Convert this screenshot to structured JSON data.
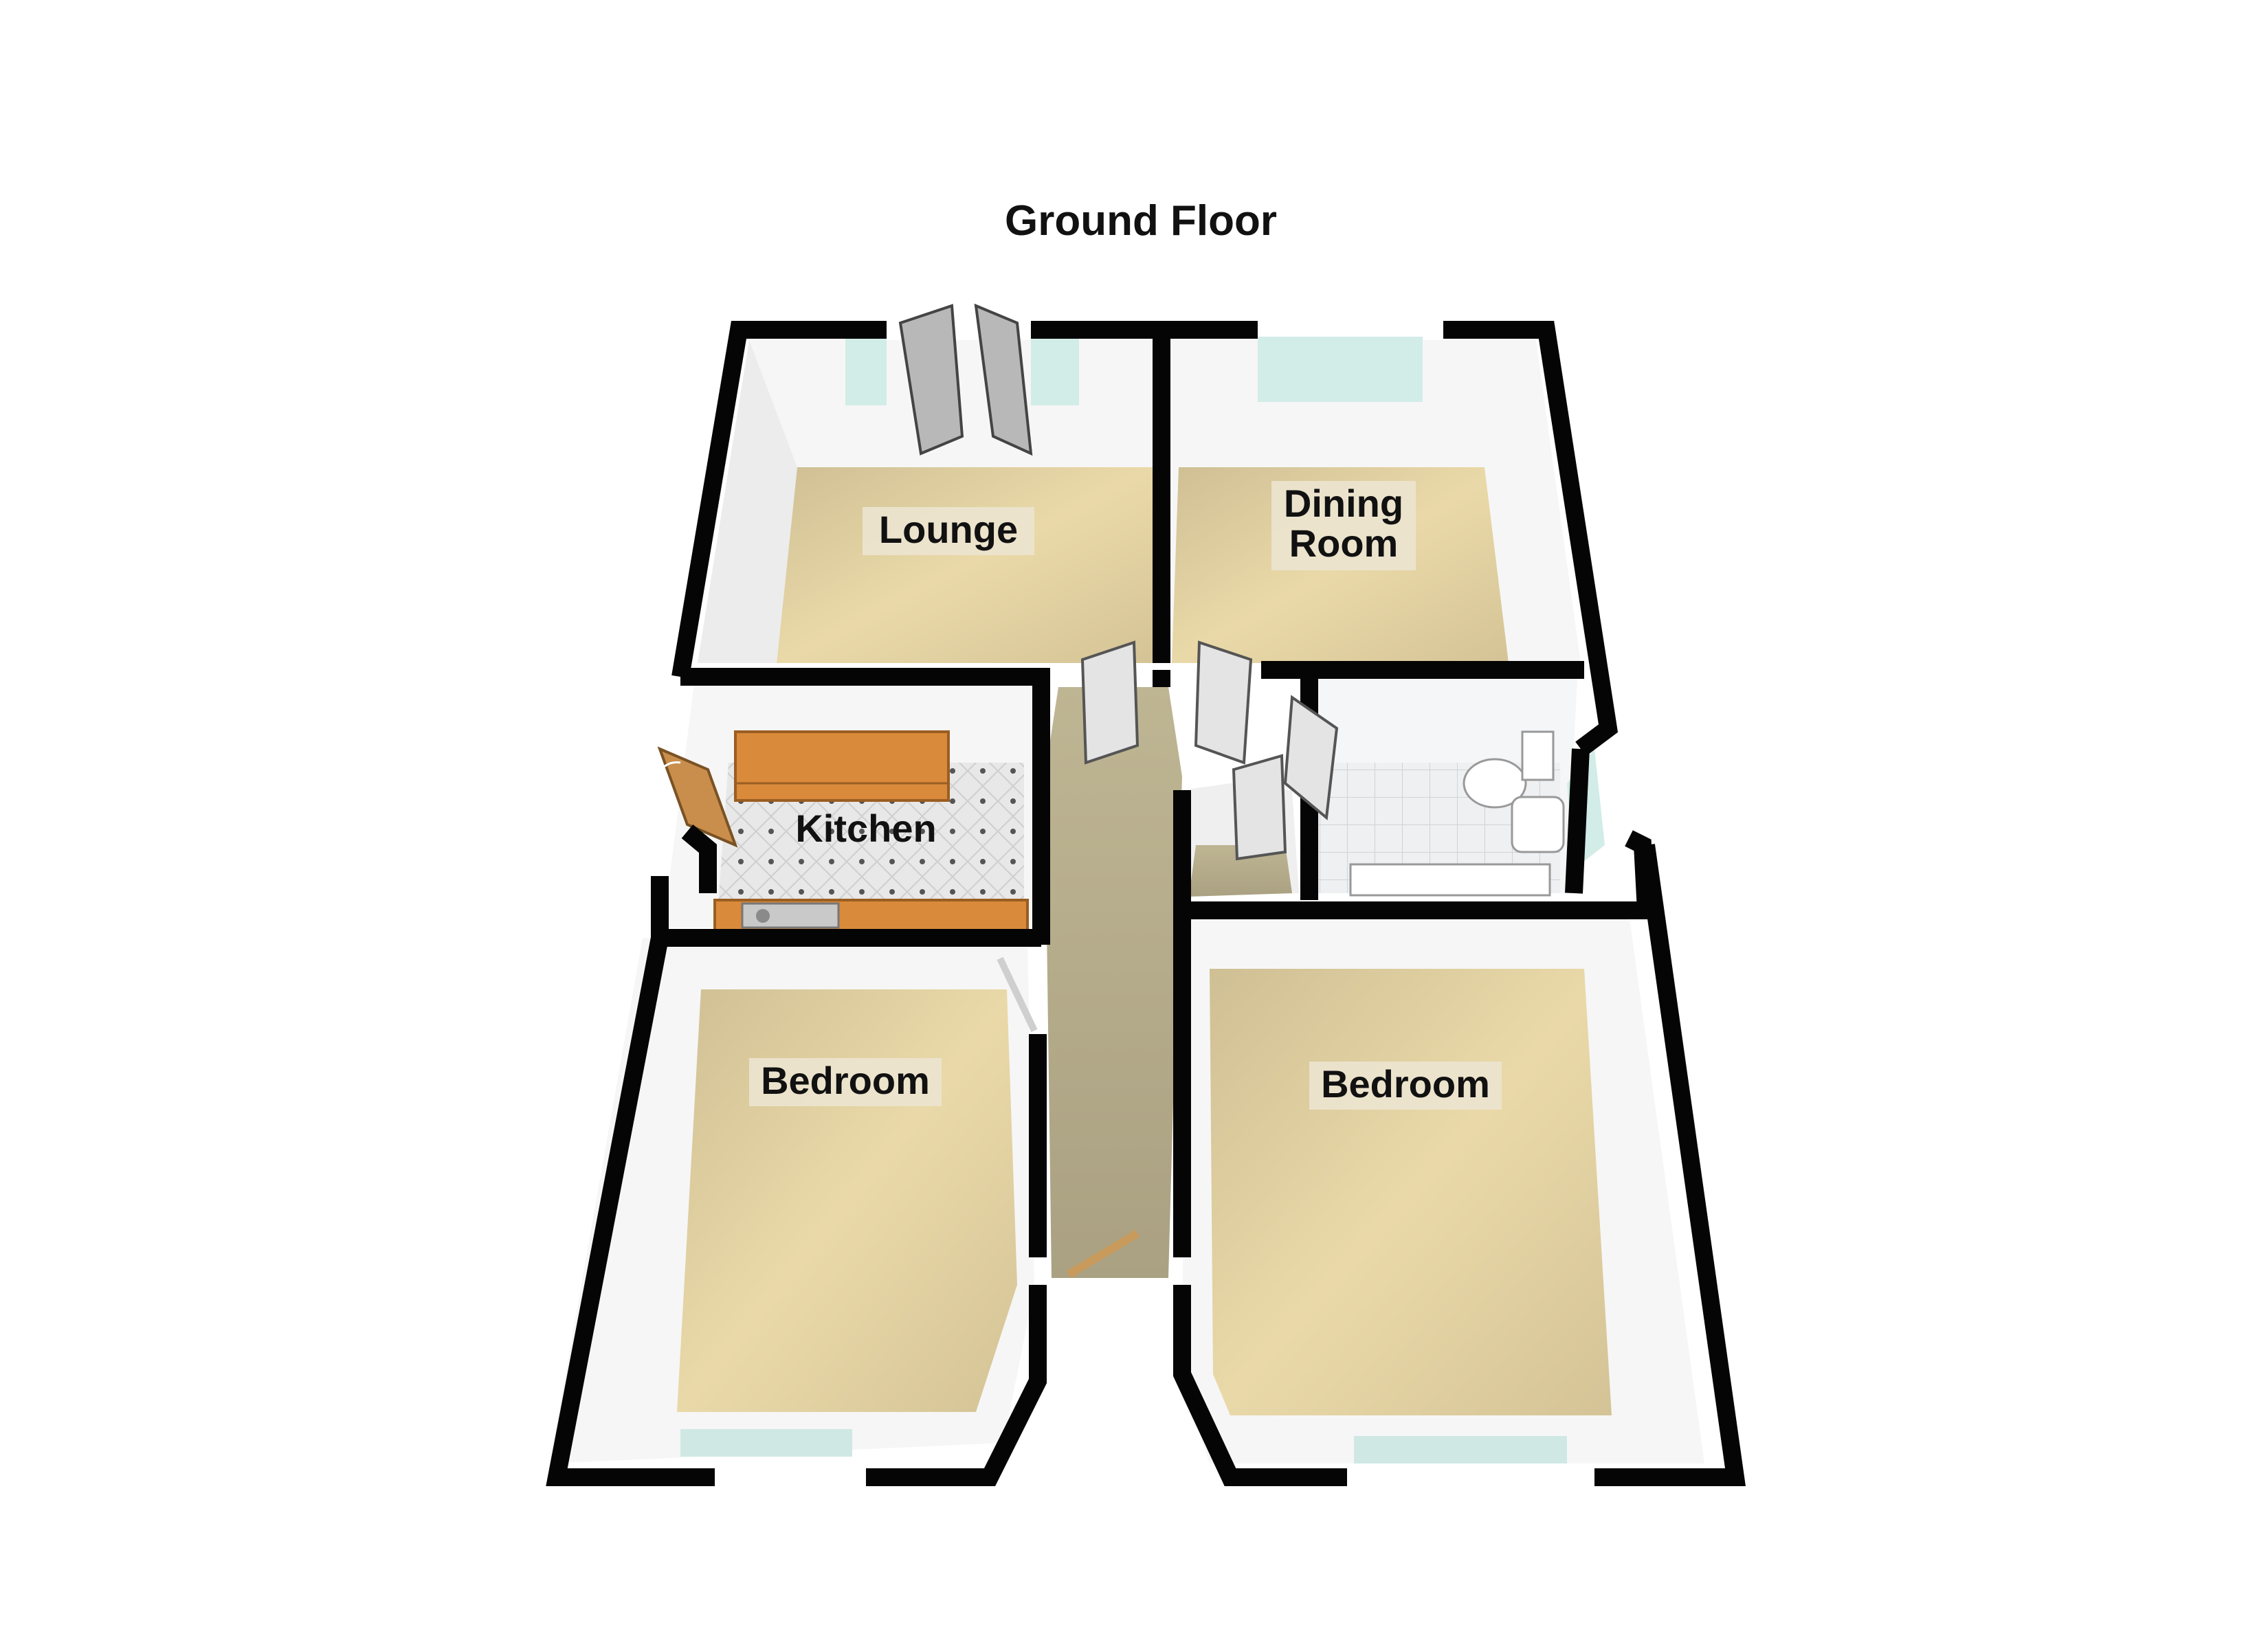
{
  "floor_title": "Ground Floor",
  "rooms": {
    "lounge": "Lounge",
    "dining_room_line1": "Dining",
    "dining_room_line2": "Room",
    "kitchen": "Kitchen",
    "bedroom_left": "Bedroom",
    "bedroom_right": "Bedroom"
  },
  "colors": {
    "wall": "#050505",
    "carpet": "#d8c9a0",
    "hall_carpet": "#b6ad8c",
    "wall_face": "#f4f4f4",
    "window_glass": "#cfe8e4",
    "kitchen_floor": "#e6e6e6",
    "bathroom_tile": "#e9ecee",
    "worktop": "#d98a3a",
    "door": "#b8b8b8"
  }
}
